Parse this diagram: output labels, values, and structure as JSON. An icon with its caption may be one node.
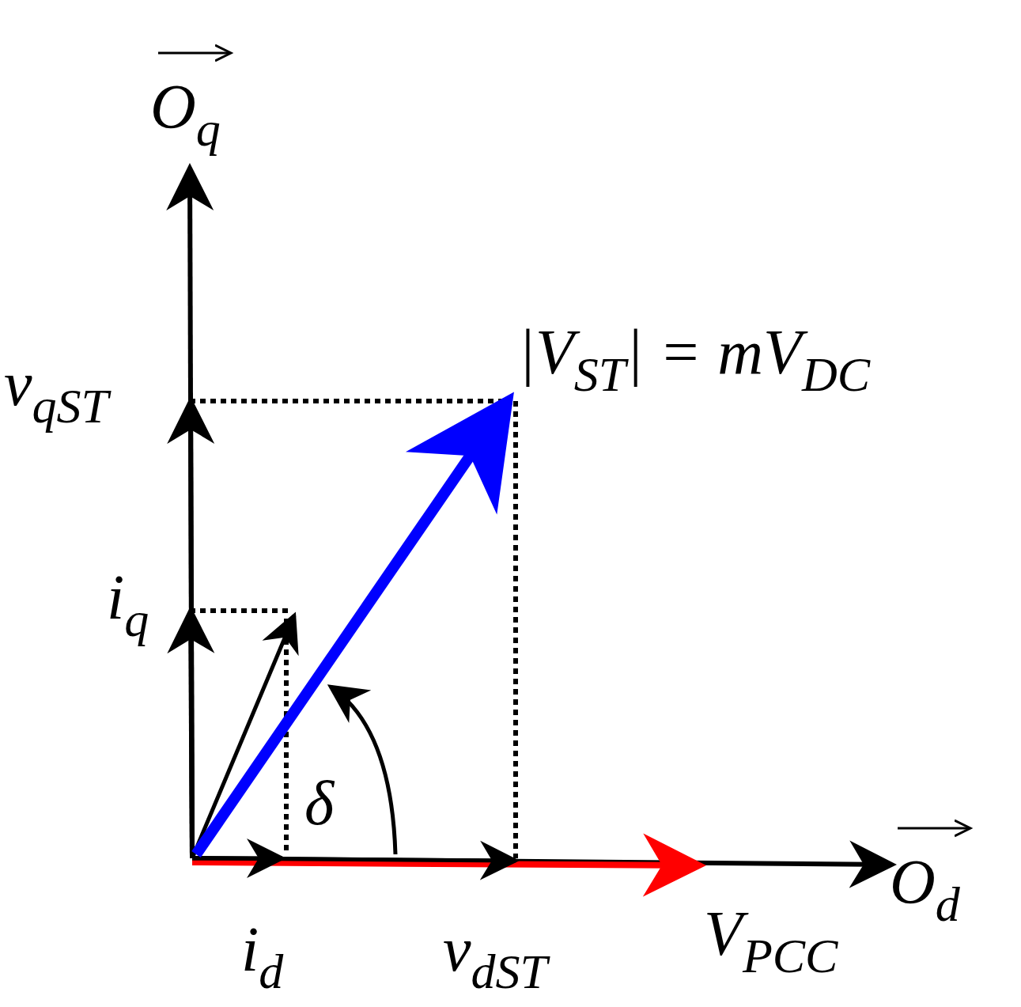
{
  "diagram": {
    "labels": [
      "O$_{q}$",
      "v$_{qST}$",
      "|V$_{ST}$| = mV$_{DC}$",
      "i$_{q}$",
      "δ",
      "O$_{d}$",
      "i$_{d}$",
      "v$_{dST}$",
      "V$_{PCC}$"
    ]
  }
}
